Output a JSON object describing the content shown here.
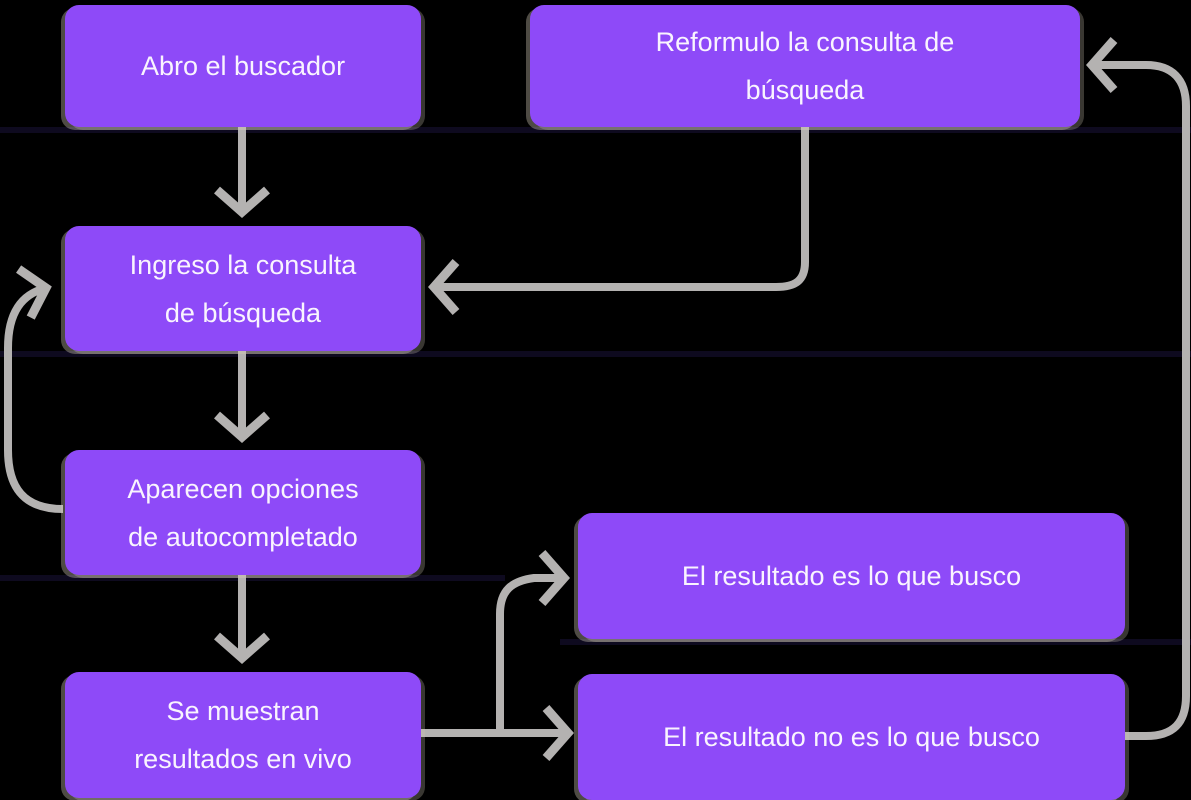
{
  "diagram": {
    "title": "Search flow diagram",
    "colors": {
      "background": "#000000",
      "node_fill": "#8e4af8",
      "node_text": "#f9f4fe",
      "connector": "#b4b2b1",
      "row_shadow_band": "#0e0a1f"
    },
    "nodes": [
      {
        "id": "abro",
        "label": "Abro el buscador"
      },
      {
        "id": "reformulo",
        "label": "Reformulo la consulta de\nbúsqueda"
      },
      {
        "id": "ingreso",
        "label": "Ingreso la consulta\nde búsqueda"
      },
      {
        "id": "aparecen",
        "label": "Aparecen opciones\nde autocompletado"
      },
      {
        "id": "semuestran",
        "label": "Se muestran\nresultados en vivo"
      },
      {
        "id": "resultado-si",
        "label": "El resultado es lo que busco"
      },
      {
        "id": "resultado-no",
        "label": "El resultado no es lo que busco"
      }
    ],
    "edges": [
      {
        "from": "abro",
        "to": "ingreso"
      },
      {
        "from": "reformulo",
        "to": "ingreso"
      },
      {
        "from": "ingreso",
        "to": "aparecen"
      },
      {
        "from": "aparecen",
        "to": "ingreso"
      },
      {
        "from": "aparecen",
        "to": "semuestran"
      },
      {
        "from": "semuestran",
        "to": "resultado-si"
      },
      {
        "from": "semuestran",
        "to": "resultado-no"
      },
      {
        "from": "resultado-no",
        "to": "reformulo"
      }
    ]
  }
}
